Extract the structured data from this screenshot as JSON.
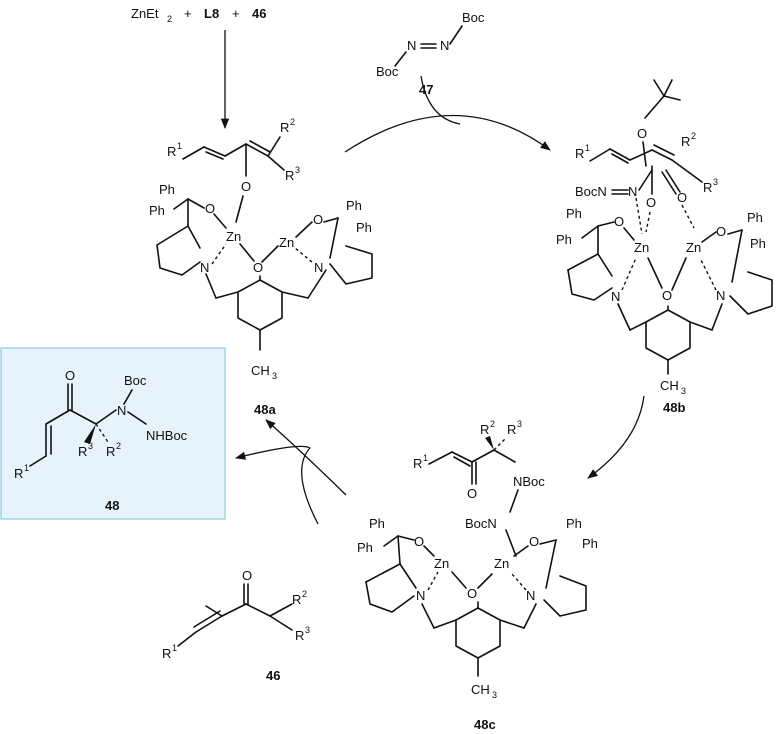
{
  "reagents": {
    "zn": "ZnEt",
    "zn_sub": "2",
    "plus1": "+",
    "ligand": "L8",
    "plus2": "+",
    "substrate": "46"
  },
  "azo": {
    "boc_top": "Boc",
    "boc_bottom": "Boc",
    "n1": "N",
    "n2": "N",
    "label": "47"
  },
  "complex_a": {
    "label": "48a",
    "r1": "R",
    "r1_sup": "1",
    "r2": "R",
    "r2_sup": "2",
    "r3": "R",
    "r3_sup": "3",
    "o_enol": "O",
    "ph1": "Ph",
    "ph2": "Ph",
    "ph3": "Ph",
    "ph4": "Ph",
    "o1": "O",
    "o2": "O",
    "o_bridge": "O",
    "zn1": "Zn",
    "zn2": "Zn",
    "n1": "N",
    "n2": "N",
    "ch3": "CH",
    "ch3_sub": "3"
  },
  "complex_b": {
    "label": "48b",
    "r1": "R",
    "r1_sup": "1",
    "r2": "R",
    "r2_sup": "2",
    "r3": "R",
    "r3_sup": "3",
    "o_ester": "O",
    "o_enol": "O",
    "o_carbonyl": "O",
    "boc_n": "BocN",
    "n_eq": "N",
    "ph1": "Ph",
    "ph2": "Ph",
    "ph3": "Ph",
    "ph4": "Ph",
    "o1": "O",
    "o2": "O",
    "o_bridge": "O",
    "zn1": "Zn",
    "zn2": "Zn",
    "n1": "N",
    "n2": "N",
    "ch3": "CH",
    "ch3_sub": "3"
  },
  "complex_c": {
    "label": "48c",
    "r1": "R",
    "r1_sup": "1",
    "r2": "R",
    "r2_sup": "2",
    "r3": "R",
    "r3_sup": "3",
    "o_ketone": "O",
    "nboc": "NBoc",
    "bocn": "BocN",
    "ph1": "Ph",
    "ph2": "Ph",
    "ph3": "Ph",
    "ph4": "Ph",
    "o1": "O",
    "o2": "O",
    "o_bridge": "O",
    "zn1": "Zn",
    "zn2": "Zn",
    "n1": "N",
    "n2": "N",
    "ch3": "CH",
    "ch3_sub": "3"
  },
  "product": {
    "label": "48",
    "o": "O",
    "boc": "Boc",
    "n": "N",
    "nhboc": "NHBoc",
    "r1": "R",
    "r1_sup": "1",
    "r2": "R",
    "r2_sup": "2",
    "r3": "R",
    "r3_sup": "3",
    "box_fill": "#e6f3fa",
    "box_stroke": "#8ccbe6"
  },
  "regen": {
    "label": "46",
    "o": "O",
    "r1": "R",
    "r1_sup": "1",
    "r2": "R",
    "r2_sup": "2",
    "r3": "R",
    "r3_sup": "3"
  }
}
